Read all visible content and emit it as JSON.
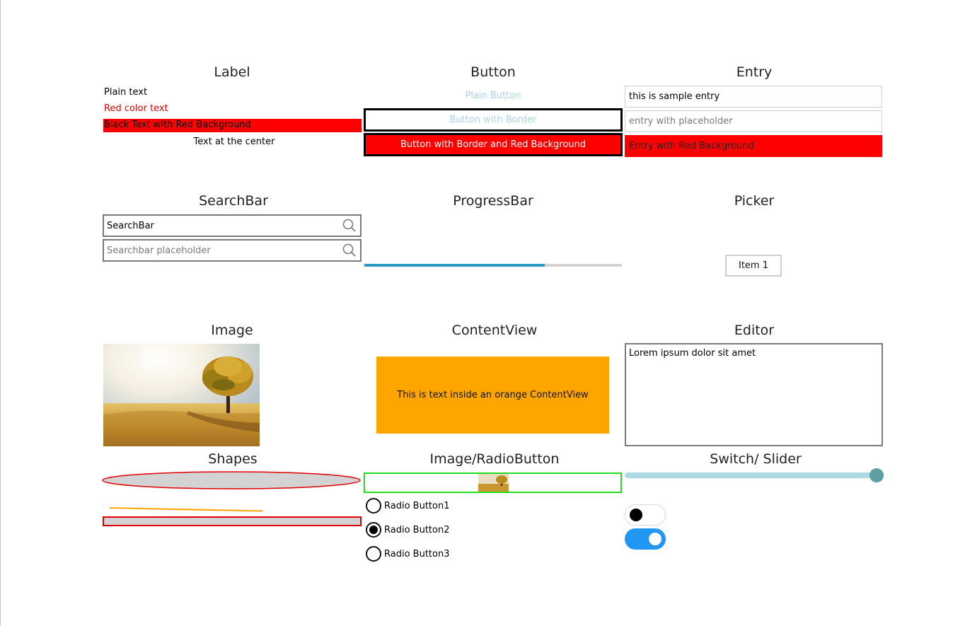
{
  "sections": {
    "label": "Label",
    "button": "Button",
    "entry": "Entry",
    "searchbar": "SearchBar",
    "progressbar": "ProgressBar",
    "picker": "Picker",
    "image": "Image",
    "contentview": "ContentView",
    "editor": "Editor",
    "shapes": "Shapes",
    "image_radio": "Image/RadioButton",
    "switch_slider": "Switch/ Slider"
  },
  "labels": {
    "plain": "Plain text",
    "red": "Red color text",
    "red_bg": "Black Text with Red Background",
    "center": "Text at the center"
  },
  "buttons": {
    "plain": "Plain Button",
    "bordered": "Button with Border",
    "bordered_red": "Button with Border and Red Background"
  },
  "entries": {
    "sample_value": "this is sample entry",
    "placeholder": "entry with placeholder",
    "red_value": "Entry with Red Background"
  },
  "searchbars": {
    "value": "SearchBar",
    "placeholder": "Searchbar placeholder"
  },
  "progress": {
    "value": 0.7
  },
  "picker": {
    "selected": "Item 1"
  },
  "contentview": {
    "text": "This is text inside an orange ContentView"
  },
  "editor": {
    "text": "Lorem ipsum dolor sit amet"
  },
  "radios": [
    {
      "label": "Radio Button1",
      "checked": false
    },
    {
      "label": "Radio Button2",
      "checked": true
    },
    {
      "label": "Radio Button3",
      "checked": false
    }
  ],
  "slider": {
    "value": 1.0
  },
  "switches": [
    {
      "on": false
    },
    {
      "on": true
    }
  ],
  "colors": {
    "red": "#ff0000",
    "orange": "#ffa500",
    "progress": "#2b97c6",
    "slider_track": "#add8e6",
    "slider_thumb": "#5f9ea0",
    "switch_on": "#2196f3",
    "radio_border": "#22dd22"
  }
}
